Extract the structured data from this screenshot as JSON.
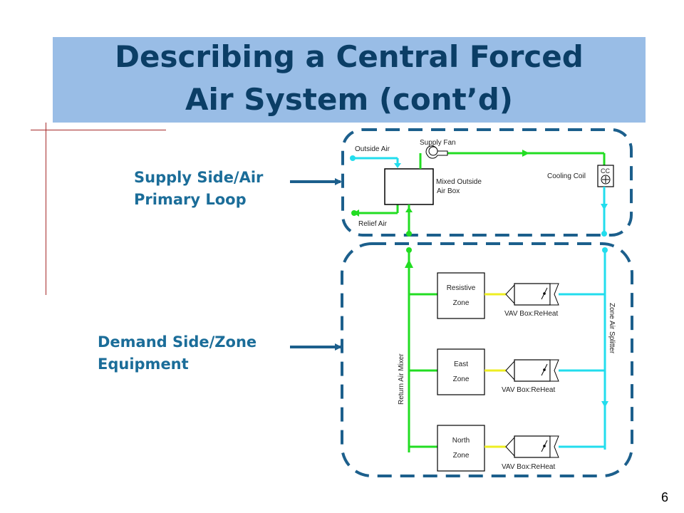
{
  "title": {
    "line1": "Describing a Central Forced",
    "line2": "Air System (cont’d)"
  },
  "labels": {
    "supply_line1": "Supply Side/Air",
    "supply_line2": "Primary Loop",
    "demand_line1": "Demand Side/Zone",
    "demand_line2": "Equipment"
  },
  "supply_side": {
    "outside_air": "Outside Air",
    "supply_fan": "Supply Fan",
    "mixed_box_line1": "Mixed Outside",
    "mixed_box_line2": "Air Box",
    "relief_air": "Relief Air",
    "cooling_coil": "Cooling Coil",
    "cc_tag": "CC"
  },
  "demand_side": {
    "zones": [
      {
        "line1": "Resistive",
        "line2": "Zone",
        "vav": "VAV Box:ReHeat"
      },
      {
        "line1": "East",
        "line2": "Zone",
        "vav": "VAV Box:ReHeat"
      },
      {
        "line1": "North",
        "line2": "Zone",
        "vav": "VAV Box:ReHeat"
      }
    ],
    "return_mixer": "Return Air Mixer",
    "zone_splitter": "Zone Air Splitter"
  },
  "colors": {
    "return_air": "#22dd22",
    "supply_air": "#22dded",
    "zone_link": "#eeee22",
    "boundary": "#1c5f8c",
    "arrow": "#1c5f8c"
  },
  "page_number": "6"
}
